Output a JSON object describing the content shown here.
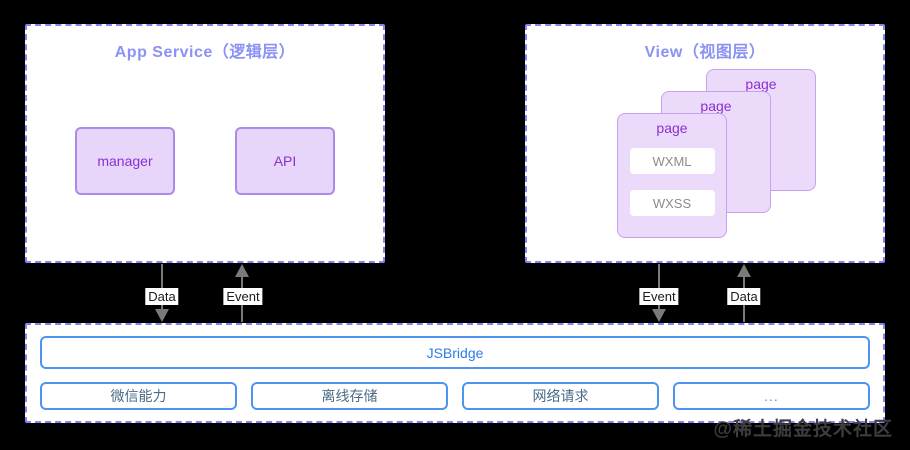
{
  "colors": {
    "background": "#000000",
    "panel_background": "#ffffff",
    "panel_dashed_border": "#8285f2",
    "panel_title_text": "#8a92f3",
    "purple_box_fill": "#e7d6f9",
    "purple_box_border": "#a98be9",
    "purple_text": "#8b2fd1",
    "wx_box_text": "#8c8c8c",
    "blue_border": "#4d94f0",
    "jsbridge_text": "#2e7ceb",
    "bridge_button_text": "#4a6a85",
    "arrow_gray": "#7a7a7a",
    "arrow_label_text": "#1b1b1b",
    "watermark_text": "#3d3d3d"
  },
  "panels": {
    "app_service": {
      "title": "App Service（逻辑层）",
      "boxes": [
        {
          "label": "manager"
        },
        {
          "label": "API"
        }
      ]
    },
    "view": {
      "title": "View（视图层）",
      "pages": [
        {
          "label": "page"
        },
        {
          "label": "page"
        },
        {
          "label": "page",
          "children": [
            "WXML",
            "WXSS"
          ]
        }
      ]
    },
    "bridge": {
      "bar_label": "JSBridge",
      "buttons": [
        "微信能力",
        "离线存储",
        "网络请求",
        "..."
      ]
    }
  },
  "arrows": {
    "left": [
      {
        "label": "Data",
        "direction": "down"
      },
      {
        "label": "Event",
        "direction": "up"
      }
    ],
    "right": [
      {
        "label": "Event",
        "direction": "down"
      },
      {
        "label": "Data",
        "direction": "up"
      }
    ]
  },
  "watermark": "@稀土掘金技术社区"
}
